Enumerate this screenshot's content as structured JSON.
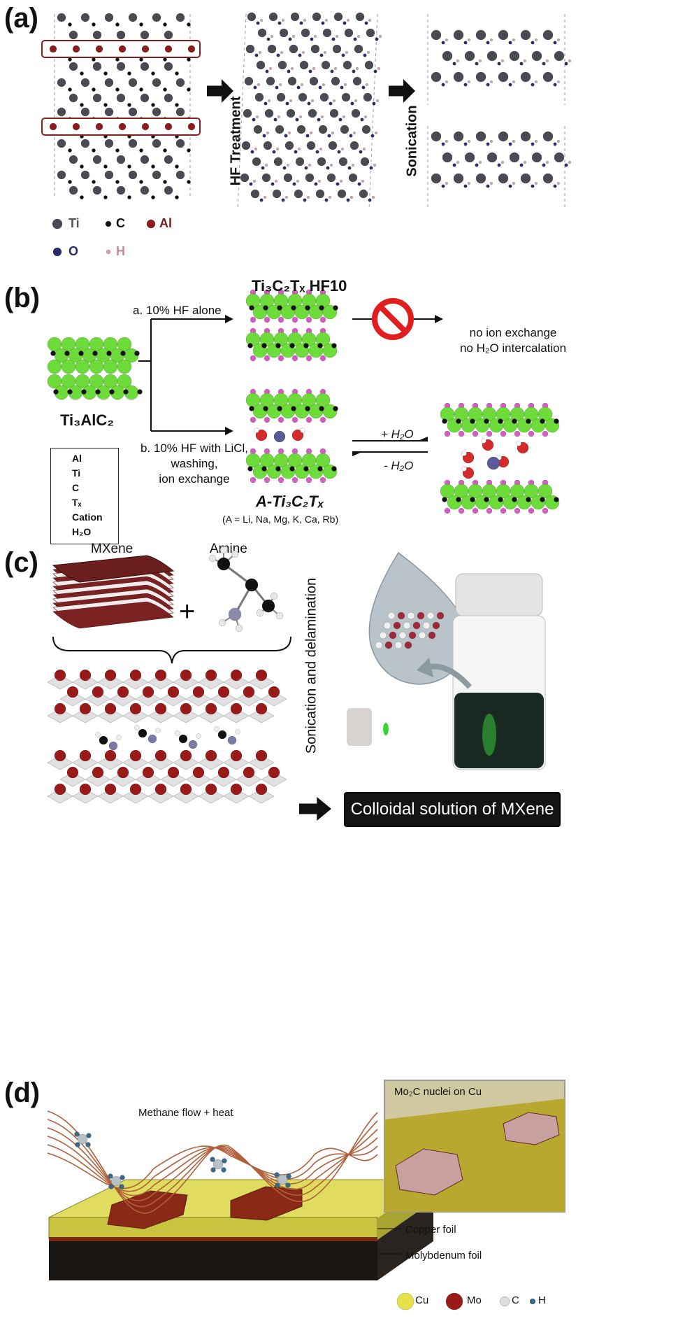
{
  "panels": {
    "a": {
      "letter": "(a)",
      "step1": "HF Treatment",
      "step2": "Sonication",
      "legend": [
        {
          "symbol": "Ti",
          "color": "#4a4a52"
        },
        {
          "symbol": "C",
          "color": "#1a1a1a"
        },
        {
          "symbol": "Al",
          "color": "#8a1c1c"
        },
        {
          "symbol": "O",
          "color": "#2a2a6a"
        },
        {
          "symbol": "H",
          "color": "#d9a0b0"
        }
      ]
    },
    "b": {
      "letter": "(b)",
      "parent": "Ti₃AlC₂",
      "route_a": "a. 10% HF alone",
      "route_b_lines": [
        "b. 10% HF with LiCl,",
        "washing,",
        "ion exchange"
      ],
      "product_hf10": "Ti₃C₂Tₓ HF10",
      "product_a": "A-Ti₃C₂Tₓ",
      "product_a_note": "(A = Li, Na, Mg, K, Ca, Rb)",
      "no_exchange_lines": [
        "no ion exchange",
        "no H₂O intercalation"
      ],
      "plus_h2o": "+ H₂O",
      "minus_h2o": "- H₂O",
      "legend": [
        {
          "label": "Al",
          "color": "#a8d8a0"
        },
        {
          "label": "Ti",
          "color": "#6ddc3a"
        },
        {
          "label": "C",
          "color": "#1a1a1a"
        },
        {
          "label": "Tₓ",
          "color": "#d45fc0"
        },
        {
          "label": "Cation",
          "color": "#5a5a9a"
        },
        {
          "label": "H₂O",
          "color": "#d42a2a"
        }
      ]
    },
    "c": {
      "letter": "(c)",
      "mxene": "MXene",
      "amine": "Amine",
      "plus": "+",
      "process": "Sonication and delamination",
      "result": "Colloidal solution of MXene"
    },
    "d": {
      "letter": "(d)",
      "flow": "Methane flow + heat",
      "inset_title": "Mo₂C nuclei on Cu",
      "copper": "Copper foil",
      "molybdenum": "Molybdenum foil",
      "legend": [
        {
          "label": "Cu",
          "color": "#e6e04a"
        },
        {
          "label": "Mo",
          "color": "#9a1a1a"
        },
        {
          "label": "C",
          "color": "#dcdcdc"
        },
        {
          "label": "H",
          "color": "#3a6a8a"
        }
      ]
    }
  }
}
